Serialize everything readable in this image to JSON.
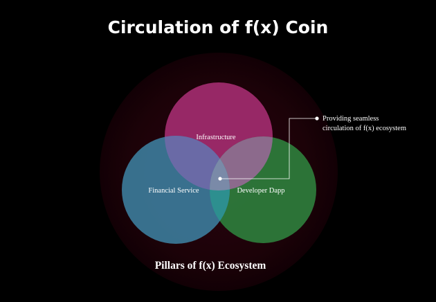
{
  "title": "Circulation of f(x) Coin",
  "pillars": [
    {
      "label": "Infrastructure",
      "color": "#9e2a6c"
    },
    {
      "label": "Financial Service",
      "color": "#3c7c9c"
    },
    {
      "label": "Developer Dapp",
      "color": "#2e7d3c"
    }
  ],
  "callout": {
    "line1": "Providing seamless",
    "line2": "circulation of f(x) ecosystem"
  },
  "footer": "Pillars of f(x) Ecosystem",
  "colors": {
    "background": "#000000",
    "halo": "#1a0006",
    "text": "#ffffff"
  }
}
